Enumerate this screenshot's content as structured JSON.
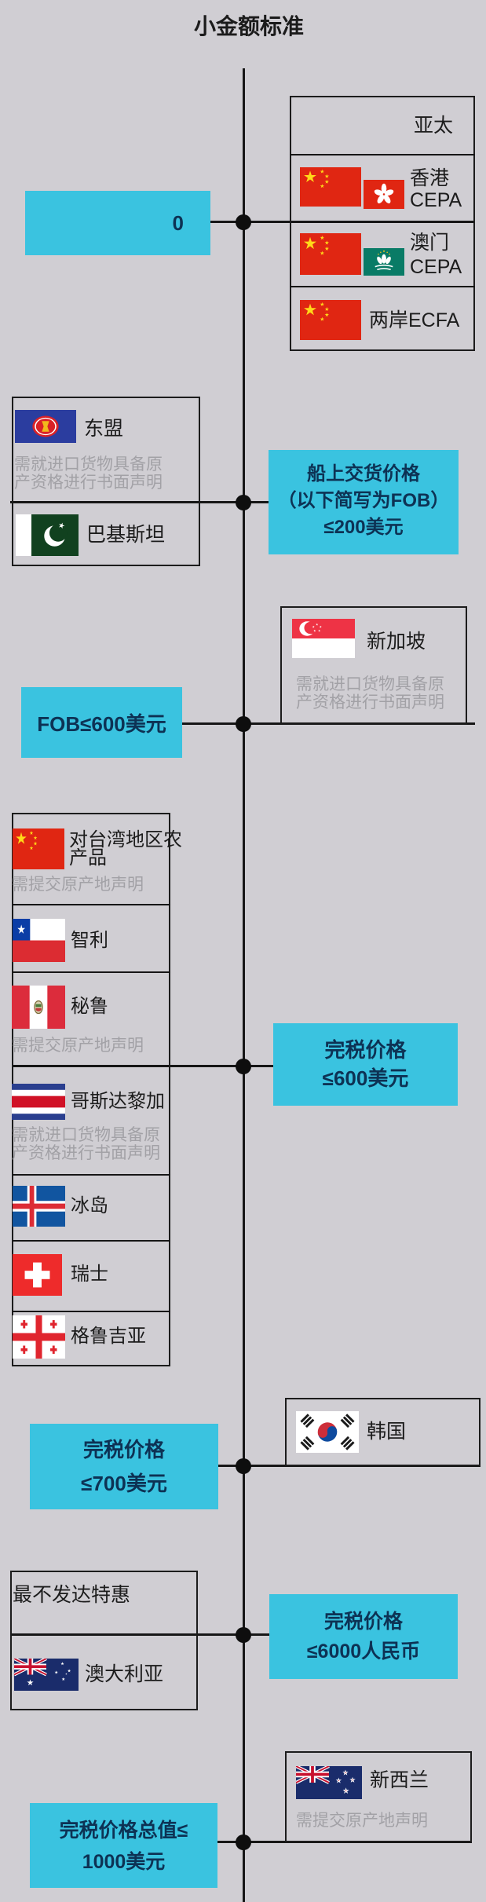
{
  "title": "小金额标准",
  "colors": {
    "background": "#d0ced3",
    "accent_cyan": "#3ac3e0",
    "standard_text": "#0d3254",
    "line_black": "#161616",
    "label_text": "#1c1c1c",
    "note_text": "#a2a1a6"
  },
  "standards": [
    {
      "lines": [
        "0"
      ]
    },
    {
      "lines": [
        "船上交货价格",
        "（以下简写为FOB）",
        "≤200美元"
      ]
    },
    {
      "lines": [
        "FOB≤600美元"
      ]
    },
    {
      "lines": [
        "完税价格",
        "≤600美元"
      ]
    },
    {
      "lines": [
        "完税价格",
        "≤700美元"
      ]
    },
    {
      "lines": [
        "完税价格",
        "≤6000人民币"
      ]
    },
    {
      "lines": [
        "完税价格总值≤",
        "1000美元"
      ]
    }
  ],
  "groups": [
    {
      "rows": [
        {
          "label_lines": [
            "亚太"
          ],
          "flags": []
        },
        {
          "label_lines": [
            "香港",
            "CEPA"
          ],
          "flags": [
            "china-flag",
            "hong-kong-flag"
          ]
        },
        {
          "label_lines": [
            "澳门",
            "CEPA"
          ],
          "flags": [
            "china-flag",
            "macau-flag"
          ]
        },
        {
          "label_lines": [
            "两岸ECFA"
          ],
          "flags": [
            "china-flag"
          ]
        }
      ]
    },
    {
      "rows": [
        {
          "label_lines": [
            "东盟"
          ],
          "flags": [
            "asean-flag"
          ],
          "note_lines": [
            "需就进口货物具备原",
            "产资格进行书面声明"
          ]
        },
        {
          "label_lines": [
            "巴基斯坦"
          ],
          "flags": [
            "pakistan-flag"
          ]
        }
      ]
    },
    {
      "rows": [
        {
          "label_lines": [
            "新加坡"
          ],
          "flags": [
            "singapore-flag"
          ],
          "note_lines": [
            "需就进口货物具备原",
            "产资格进行书面声明"
          ]
        }
      ]
    },
    {
      "rows": [
        {
          "label_lines": [
            "对台湾地区农",
            "产品"
          ],
          "flags": [
            "china-flag"
          ],
          "note_lines": [
            "需提交原产地声明"
          ]
        },
        {
          "label_lines": [
            "智利"
          ],
          "flags": [
            "chile-flag"
          ]
        },
        {
          "label_lines": [
            "秘鲁"
          ],
          "flags": [
            "peru-flag"
          ],
          "note_lines": [
            "需提交原产地声明"
          ]
        },
        {
          "label_lines": [
            "哥斯达黎加"
          ],
          "flags": [
            "costa-rica-flag"
          ],
          "note_lines": [
            "需就进口货物具备原",
            "产资格进行书面声明"
          ]
        },
        {
          "label_lines": [
            "冰岛"
          ],
          "flags": [
            "iceland-flag"
          ]
        },
        {
          "label_lines": [
            "瑞士"
          ],
          "flags": [
            "switzerland-flag"
          ]
        },
        {
          "label_lines": [
            "格鲁吉亚"
          ],
          "flags": [
            "georgia-flag"
          ]
        }
      ]
    },
    {
      "rows": [
        {
          "label_lines": [
            "韩国"
          ],
          "flags": [
            "south-korea-flag"
          ]
        }
      ]
    },
    {
      "rows": [
        {
          "label_lines": [
            "最不发达特惠"
          ],
          "flags": []
        },
        {
          "label_lines": [
            "澳大利亚"
          ],
          "flags": [
            "australia-flag"
          ]
        }
      ]
    },
    {
      "rows": [
        {
          "label_lines": [
            "新西兰"
          ],
          "flags": [
            "new-zealand-flag"
          ],
          "note_lines": [
            "需提交原产地声明"
          ]
        }
      ]
    }
  ]
}
